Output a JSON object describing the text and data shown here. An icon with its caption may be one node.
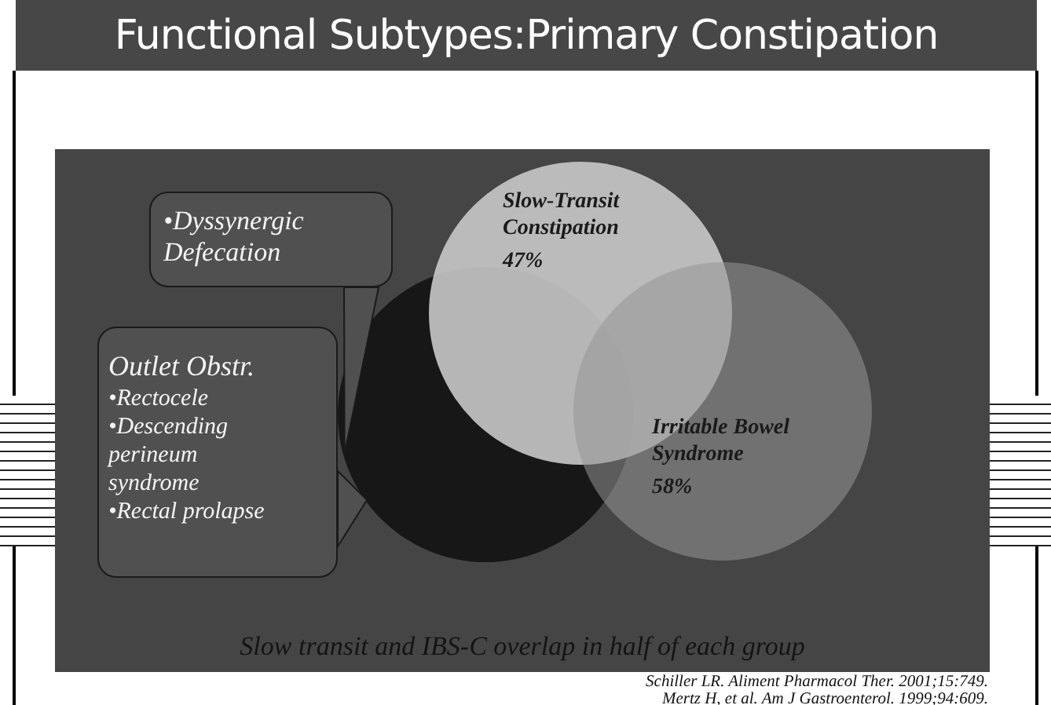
{
  "diagram": {
    "title": "Functional Subtypes:Primary Constipation",
    "nodes": [
      {
        "text": [
          "•Dyssynergic Defecation"
        ]
      },
      {
        "text": [
          "Outlet Obstr.",
          "•Rectocele",
          "•Descending perineum syndrome",
          "•Rectal prolapse"
        ]
      },
      {
        "text": [],
        "shape": "circle"
      },
      {
        "text": [
          "Slow-Transit Constipation",
          "47%"
        ]
      },
      {
        "text": [
          "Irritable Bowel Syndrome",
          "58%"
        ]
      }
    ],
    "edges": [
      {
        "from": 0,
        "to": 2,
        "arrow": "to"
      },
      {
        "from": 1,
        "to": 2,
        "arrow": "to"
      }
    ],
    "labels": [
      "Slow transit and IBS-C overlap in half of each group",
      "Schiller LR. Aliment Pharmacol Ther. 2001;15:749.",
      "Mertz H, et al. Am J Gastroenterol. 1999;94:609."
    ]
  }
}
